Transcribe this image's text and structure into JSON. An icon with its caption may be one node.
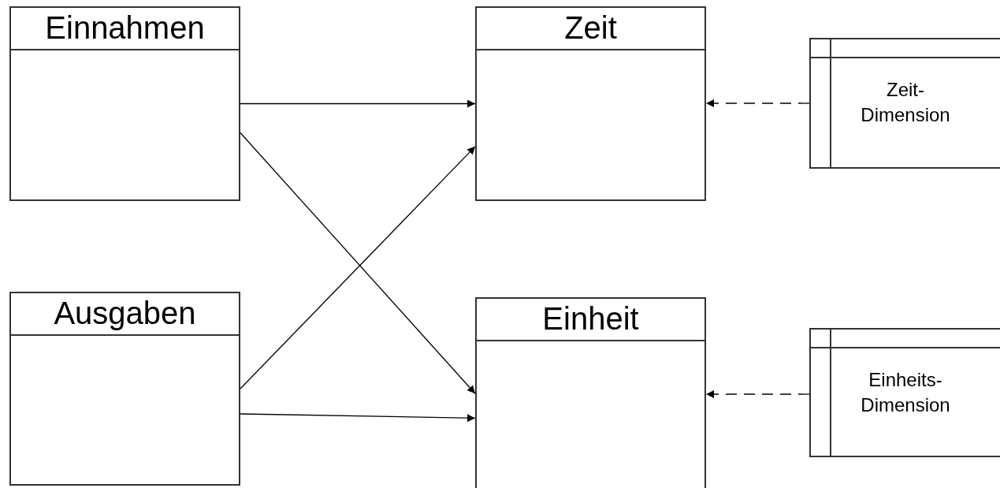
{
  "diagram": {
    "nodes": [
      {
        "text": [
          "Einnahmen"
        ]
      },
      {
        "text": [
          "Zeit"
        ]
      },
      {
        "text": [
          "Zeit-Dimension"
        ]
      },
      {
        "text": [
          "Ausgaben"
        ]
      },
      {
        "text": [
          "Einheit"
        ]
      },
      {
        "text": [
          "Einheits-Dimension"
        ]
      }
    ],
    "edges": [
      {
        "from": 0,
        "to": 1,
        "arrow": "to"
      },
      {
        "from": 0,
        "to": 4,
        "arrow": "to"
      },
      {
        "from": 3,
        "to": 1,
        "arrow": "to"
      },
      {
        "from": 3,
        "to": 4,
        "arrow": "to"
      },
      {
        "from": 2,
        "to": 1,
        "arrow": "to",
        "style": "dashed"
      },
      {
        "from": 5,
        "to": 4,
        "arrow": "to",
        "style": "dashed"
      }
    ]
  }
}
